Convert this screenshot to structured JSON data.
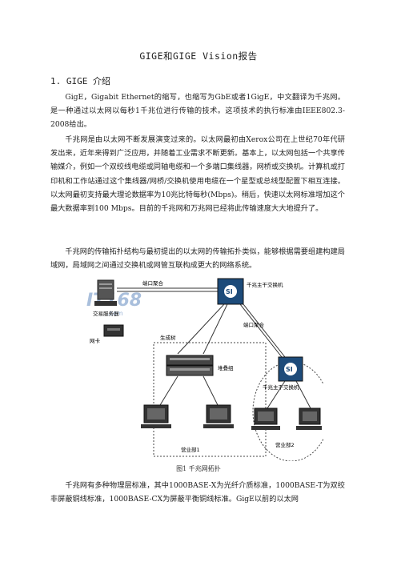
{
  "doc": {
    "title": "GIGE和GIGE Vision报告",
    "section1_heading": "1. GIGE 介绍",
    "paragraphs": [
      "GigE，Gigabit Ethernet的缩写，也缩写为GbE或者1GigE，中文翻译为千兆网。是一种通过以太网以每秒1千兆位进行传输的技术。这项技术的执行标准由IEEE802.3-2008给出。",
      "千兆网是由以太网不断发展演变过来的。以太网最初由Xerox公司在上世纪70年代研发出来，近年来得到广泛应用，并随着工业需求不断更新。基本上，以太网包括一个共享传输媒介，例如一个双绞线电缆或同轴电缆和一个多端口集线器，网桥或交换机。计算机或打印机和工作站通过这个集线器/网桥/交换机使用电缆在一个星型或总线型配置下相互连接。以太网最初支持最大理论数据率为10兆比特每秒(Mbps)。稍后，快速以太网标准增加这个最大数据率到100 Mbps。目前的千兆网和万兆网已经将此传输速度大大地提升了。",
      "千兆网的传输拓扑结构与最初提出的以太网的传输拓扑类似，能够根据需要组建构建局域网，局域网之间通过交换机或网管互联构成更大的网络系统。",
      "千兆网有多种物理层标准，其中1000BASE-X为光纤介质标准，1000BASE-T为双绞非屏蔽铜线标准，1000BASE-CX为屏蔽平衡铜线标准。GigE以前的以太网"
    ],
    "figure_caption": "图1  千兆网拓扑"
  },
  "figure": {
    "port_agg_top": "端口聚合",
    "main_switch_top": "千兆主干交换机",
    "exchange_server": "交易服务器",
    "nic": "网卡",
    "spanning_tree": "生成树",
    "stack_group": "堆叠组",
    "port_agg_right": "端口聚合",
    "main_switch_right": "千兆主干交换机",
    "dept1": "营业部1",
    "dept2": "营业部2",
    "switch_symbol": "SI",
    "watermark_main": "IT168",
    "watermark_sub": ".com"
  }
}
